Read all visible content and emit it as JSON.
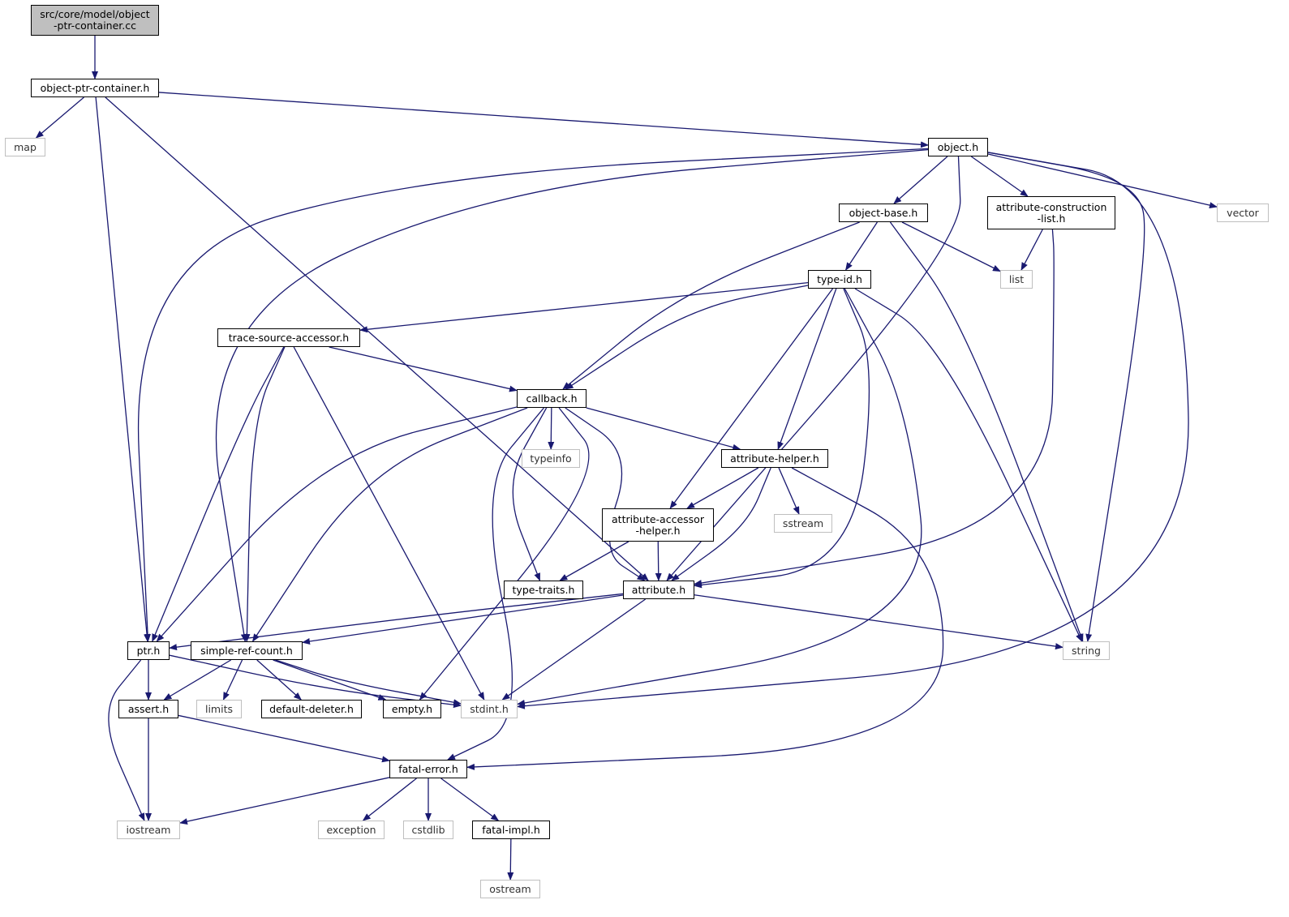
{
  "nodes": [
    {
      "id": "root",
      "label": "src/core/model/object\n-ptr-container.cc",
      "kind": "root"
    },
    {
      "id": "object-ptr-container",
      "label": "object-ptr-container.h",
      "kind": "header"
    },
    {
      "id": "map",
      "label": "map",
      "kind": "system"
    },
    {
      "id": "object",
      "label": "object.h",
      "kind": "header"
    },
    {
      "id": "object-base",
      "label": "object-base.h",
      "kind": "header"
    },
    {
      "id": "attribute-construction-list",
      "label": "attribute-construction\n-list.h",
      "kind": "header"
    },
    {
      "id": "vector",
      "label": "vector",
      "kind": "system"
    },
    {
      "id": "list",
      "label": "list",
      "kind": "system"
    },
    {
      "id": "type-id",
      "label": "type-id.h",
      "kind": "header"
    },
    {
      "id": "trace-source-accessor",
      "label": "trace-source-accessor.h",
      "kind": "header"
    },
    {
      "id": "callback",
      "label": "callback.h",
      "kind": "header"
    },
    {
      "id": "typeinfo",
      "label": "typeinfo",
      "kind": "system"
    },
    {
      "id": "attribute-helper",
      "label": "attribute-helper.h",
      "kind": "header"
    },
    {
      "id": "attribute-accessor-helper",
      "label": "attribute-accessor\n-helper.h",
      "kind": "header"
    },
    {
      "id": "sstream",
      "label": "sstream",
      "kind": "system"
    },
    {
      "id": "type-traits",
      "label": "type-traits.h",
      "kind": "header"
    },
    {
      "id": "attribute",
      "label": "attribute.h",
      "kind": "header"
    },
    {
      "id": "ptr",
      "label": "ptr.h",
      "kind": "header"
    },
    {
      "id": "simple-ref-count",
      "label": "simple-ref-count.h",
      "kind": "header"
    },
    {
      "id": "string",
      "label": "string",
      "kind": "system"
    },
    {
      "id": "assert",
      "label": "assert.h",
      "kind": "header"
    },
    {
      "id": "limits",
      "label": "limits",
      "kind": "system"
    },
    {
      "id": "default-deleter",
      "label": "default-deleter.h",
      "kind": "header"
    },
    {
      "id": "empty",
      "label": "empty.h",
      "kind": "header"
    },
    {
      "id": "stdint",
      "label": "stdint.h",
      "kind": "system"
    },
    {
      "id": "fatal-error",
      "label": "fatal-error.h",
      "kind": "header"
    },
    {
      "id": "iostream",
      "label": "iostream",
      "kind": "system"
    },
    {
      "id": "exception",
      "label": "exception",
      "kind": "system"
    },
    {
      "id": "cstdlib",
      "label": "cstdlib",
      "kind": "system"
    },
    {
      "id": "fatal-impl",
      "label": "fatal-impl.h",
      "kind": "header"
    },
    {
      "id": "ostream",
      "label": "ostream",
      "kind": "system"
    }
  ],
  "edges": [
    [
      "root",
      "object-ptr-container"
    ],
    [
      "object-ptr-container",
      "map"
    ],
    [
      "object-ptr-container",
      "object"
    ],
    [
      "object-ptr-container",
      "ptr"
    ],
    [
      "object-ptr-container",
      "attribute"
    ],
    [
      "object",
      "object-base"
    ],
    [
      "object",
      "attribute-construction-list"
    ],
    [
      "object",
      "vector"
    ],
    [
      "object",
      "ptr"
    ],
    [
      "object",
      "simple-ref-count"
    ],
    [
      "object",
      "attribute"
    ],
    [
      "object",
      "string"
    ],
    [
      "object",
      "stdint"
    ],
    [
      "object-base",
      "type-id"
    ],
    [
      "object-base",
      "list"
    ],
    [
      "object-base",
      "callback"
    ],
    [
      "object-base",
      "string"
    ],
    [
      "attribute-construction-list",
      "list"
    ],
    [
      "attribute-construction-list",
      "attribute"
    ],
    [
      "type-id",
      "trace-source-accessor"
    ],
    [
      "type-id",
      "callback"
    ],
    [
      "type-id",
      "attribute-helper"
    ],
    [
      "type-id",
      "attribute-accessor-helper"
    ],
    [
      "type-id",
      "attribute"
    ],
    [
      "type-id",
      "stdint"
    ],
    [
      "type-id",
      "string"
    ],
    [
      "trace-source-accessor",
      "callback"
    ],
    [
      "trace-source-accessor",
      "ptr"
    ],
    [
      "trace-source-accessor",
      "simple-ref-count"
    ],
    [
      "trace-source-accessor",
      "stdint"
    ],
    [
      "callback",
      "typeinfo"
    ],
    [
      "callback",
      "attribute-helper"
    ],
    [
      "callback",
      "type-traits"
    ],
    [
      "callback",
      "attribute"
    ],
    [
      "callback",
      "ptr"
    ],
    [
      "callback",
      "simple-ref-count"
    ],
    [
      "callback",
      "empty"
    ],
    [
      "callback",
      "fatal-error"
    ],
    [
      "attribute-helper",
      "attribute-accessor-helper"
    ],
    [
      "attribute-helper",
      "sstream"
    ],
    [
      "attribute-helper",
      "attribute"
    ],
    [
      "attribute-helper",
      "fatal-error"
    ],
    [
      "attribute-accessor-helper",
      "attribute"
    ],
    [
      "attribute-accessor-helper",
      "type-traits"
    ],
    [
      "attribute",
      "ptr"
    ],
    [
      "attribute",
      "simple-ref-count"
    ],
    [
      "attribute",
      "string"
    ],
    [
      "attribute",
      "stdint"
    ],
    [
      "ptr",
      "assert"
    ],
    [
      "ptr",
      "iostream"
    ],
    [
      "ptr",
      "stdint"
    ],
    [
      "simple-ref-count",
      "assert"
    ],
    [
      "simple-ref-count",
      "limits"
    ],
    [
      "simple-ref-count",
      "default-deleter"
    ],
    [
      "simple-ref-count",
      "empty"
    ],
    [
      "simple-ref-count",
      "stdint"
    ],
    [
      "assert",
      "iostream"
    ],
    [
      "assert",
      "fatal-error"
    ],
    [
      "fatal-error",
      "iostream"
    ],
    [
      "fatal-error",
      "exception"
    ],
    [
      "fatal-error",
      "cstdlib"
    ],
    [
      "fatal-error",
      "fatal-impl"
    ],
    [
      "fatal-impl",
      "ostream"
    ]
  ],
  "colors": {
    "edge": "#191970",
    "root_fill": "#bfbfbf",
    "system_border": "#bfbfbf",
    "node_border": "#000000"
  }
}
